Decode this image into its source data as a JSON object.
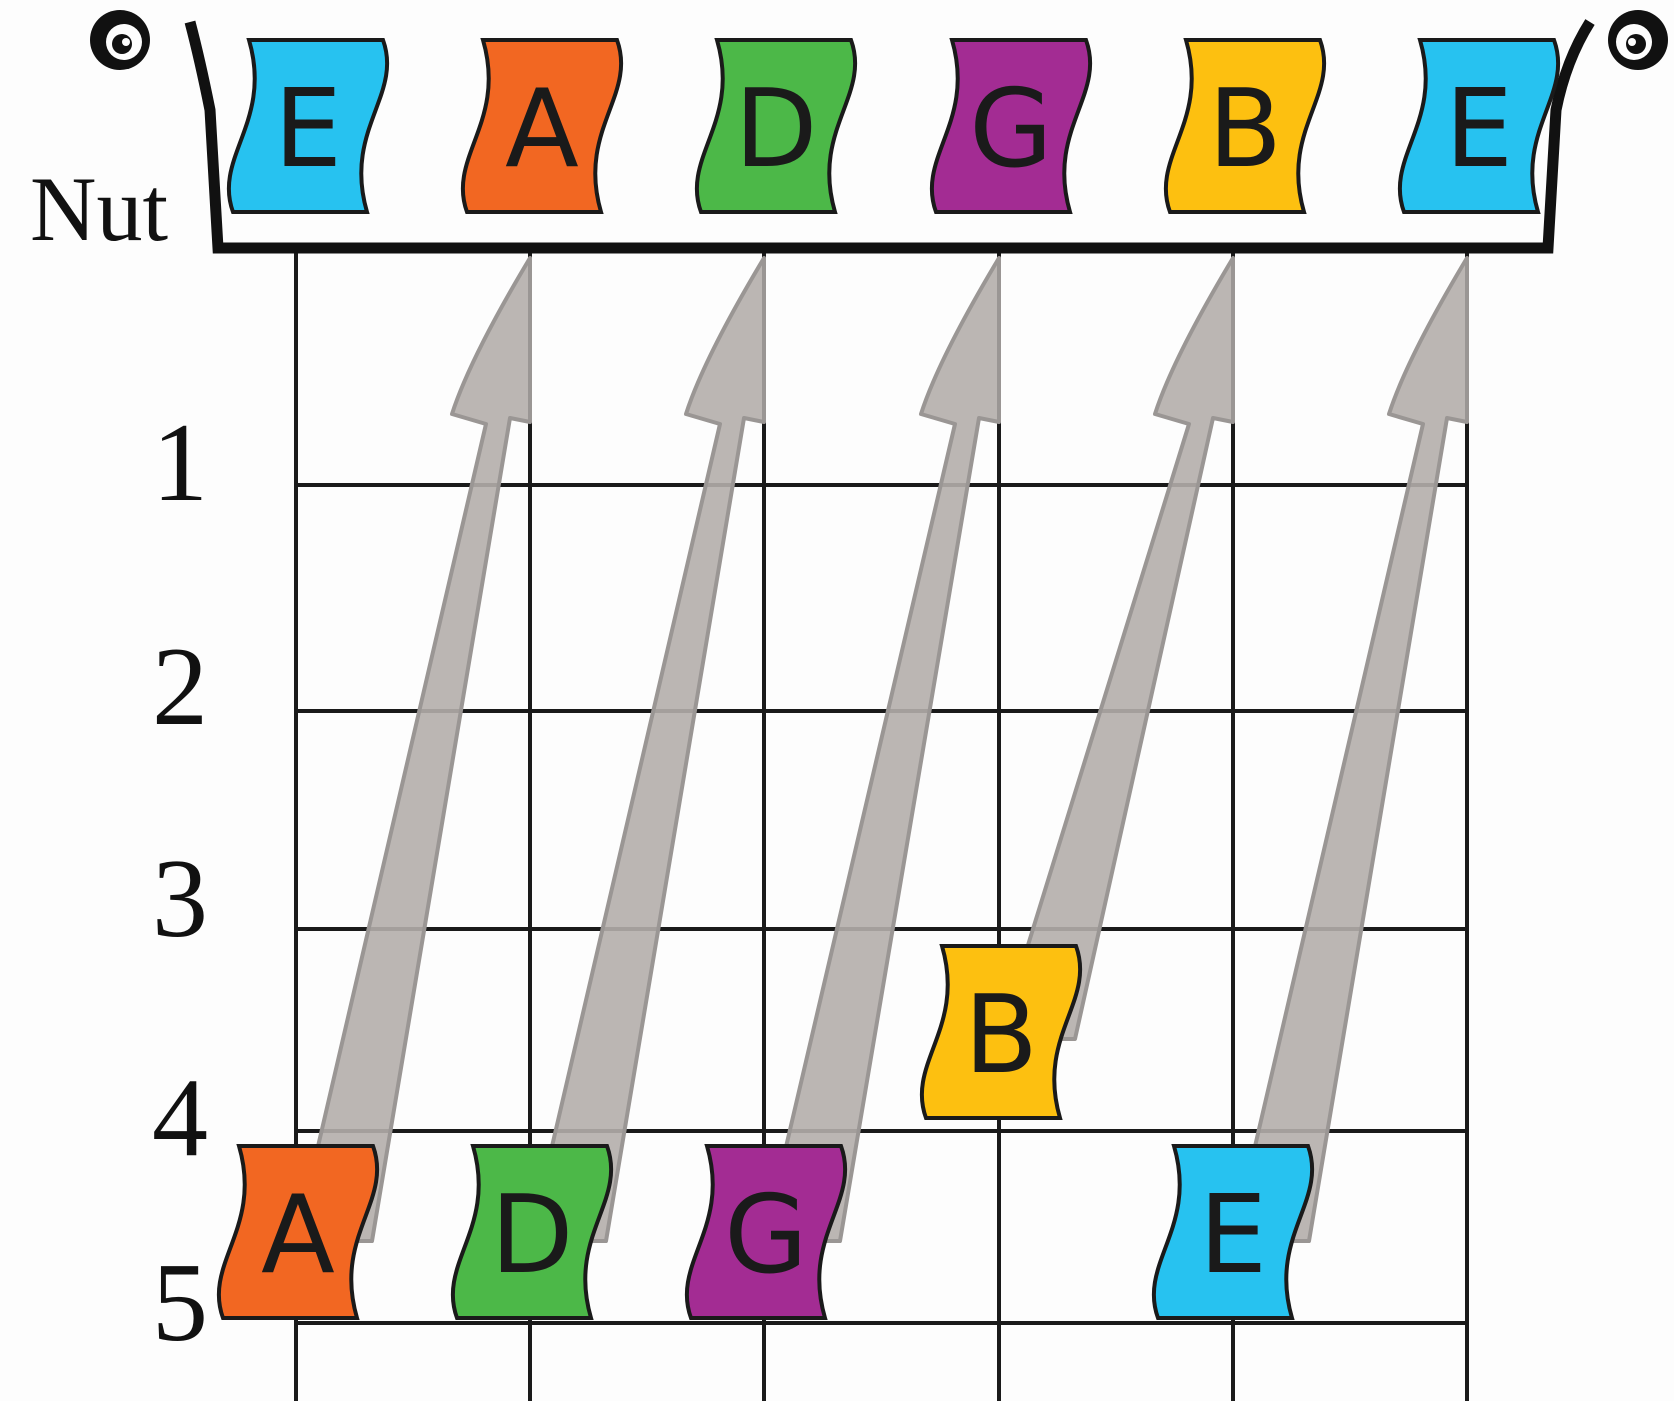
{
  "nut_label": "Nut",
  "fret_labels": [
    "1",
    "2",
    "3",
    "4",
    "5"
  ],
  "colors": {
    "E": "#27c2f0",
    "A": "#f26722",
    "D": "#4cb848",
    "G": "#a32c93",
    "B": "#fdc010",
    "arrow": "#b4aeab",
    "grid": "#1a1a1a"
  },
  "open_strings": [
    "E",
    "A",
    "D",
    "G",
    "B",
    "E"
  ],
  "tuning_notes": [
    {
      "string": 2,
      "fret": 5,
      "note": "A"
    },
    {
      "string": 3,
      "fret": 5,
      "note": "D"
    },
    {
      "string": 4,
      "fret": 5,
      "note": "G"
    },
    {
      "string": 5,
      "fret": 4,
      "note": "B"
    },
    {
      "string": 6,
      "fret": 5,
      "note": "E"
    }
  ],
  "arrows": [
    {
      "from_string": 1,
      "from_fret": 5,
      "to_string": 2
    },
    {
      "from_string": 2,
      "from_fret": 5,
      "to_string": 3
    },
    {
      "from_string": 3,
      "from_fret": 5,
      "to_string": 4
    },
    {
      "from_string": 4,
      "from_fret": 4,
      "to_string": 5
    },
    {
      "from_string": 5,
      "from_fret": 5,
      "to_string": 6
    }
  ]
}
